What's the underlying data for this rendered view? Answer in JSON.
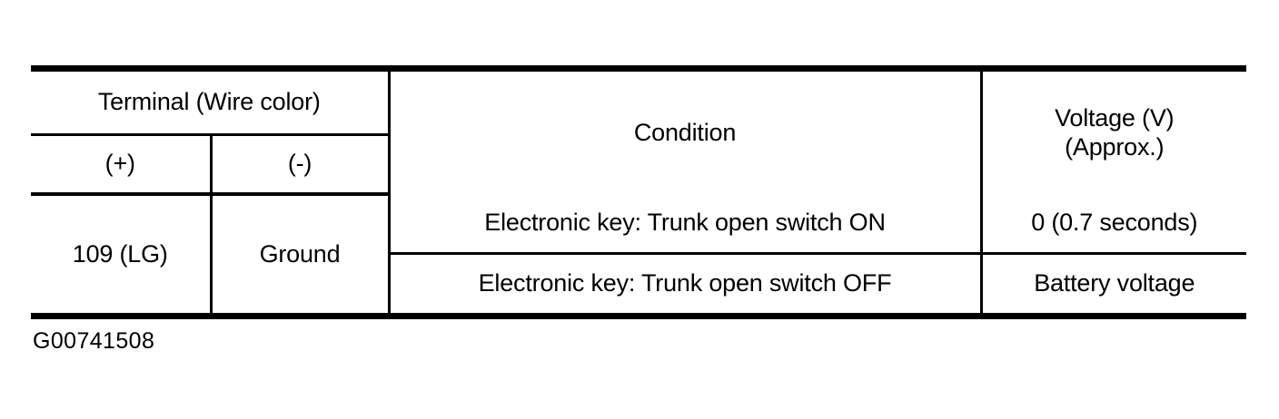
{
  "table": {
    "headers": {
      "terminal_group": "Terminal (Wire color)",
      "positive": "(+)",
      "negative": "(-)",
      "condition": "Condition",
      "voltage_line1": "Voltage (V)",
      "voltage_line2": "(Approx.)"
    },
    "rows": [
      {
        "terminal_positive": "109 (LG)",
        "terminal_negative": "Ground",
        "conditions": [
          {
            "condition": "Electronic key: Trunk open switch ON",
            "voltage": "0 (0.7 seconds)"
          },
          {
            "condition": "Electronic key: Trunk open switch OFF",
            "voltage": "Battery voltage"
          }
        ]
      }
    ]
  },
  "caption": "G00741508",
  "colors": {
    "ink": "#000000",
    "page": "#ffffff"
  }
}
